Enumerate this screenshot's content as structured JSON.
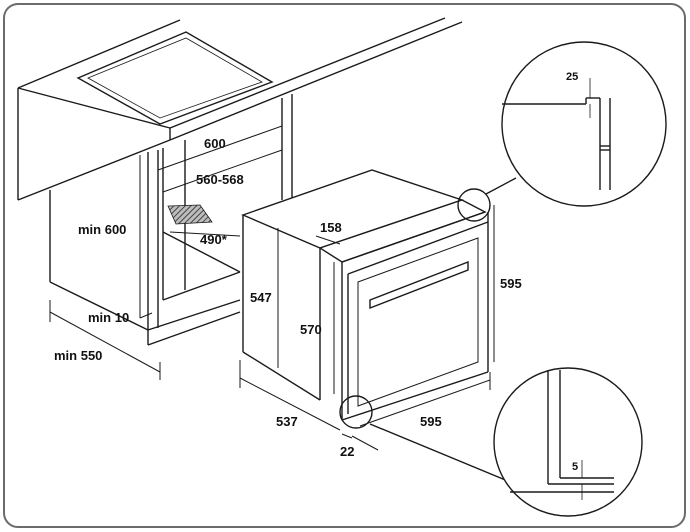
{
  "labels": {
    "width_600": "600",
    "niche_width": "560-568",
    "depth_490": "490*",
    "min_height": "min 600",
    "min_gap": "min 10",
    "min_depth": "min 550",
    "offset_158": "158",
    "height_547": "547",
    "height_570": "570",
    "oven_height": "595",
    "oven_width": "595",
    "oven_depth": "537",
    "door_22": "22",
    "detail_top_25": "25",
    "detail_bottom_5": "5"
  },
  "colors": {
    "line": "#1a1a1a",
    "frame_border": "#6b6b6b",
    "background": "#ffffff",
    "hatch": "#555555"
  }
}
